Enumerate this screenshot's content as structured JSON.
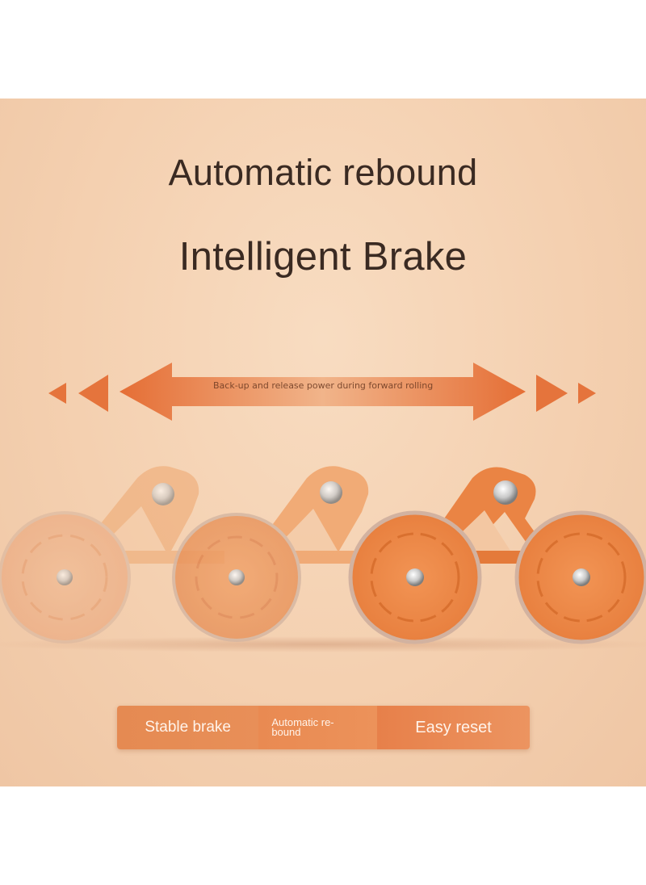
{
  "headline": {
    "line1": "Automatic rebound",
    "line2": "Intelligent Brake"
  },
  "arrow": {
    "caption": "Back-up and release power during forward rolling"
  },
  "features": [
    {
      "label": "Stable brake"
    },
    {
      "label": "Automatic re-bound"
    },
    {
      "label": "Easy reset"
    }
  ],
  "colors": {
    "background": "#f5d2b3",
    "accent": "#e8753c",
    "text_dark": "#3a2a22",
    "wheel_orange": "#ee8a4a"
  }
}
